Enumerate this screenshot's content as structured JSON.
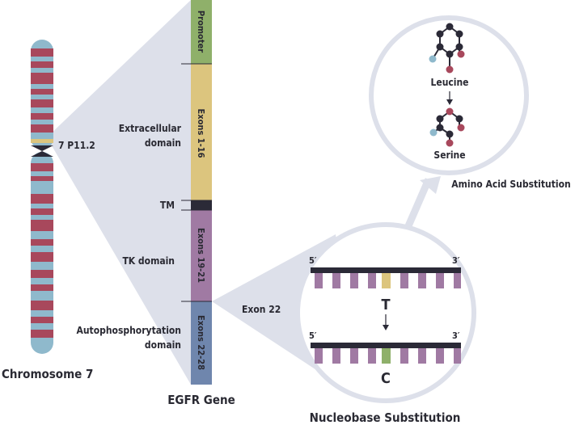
{
  "chromosome": {
    "name": "Chromosome 7",
    "locus": "7 P11.2"
  },
  "gene": {
    "name": "EGFR Gene",
    "segments": [
      {
        "id": "promoter",
        "label": "Promoter",
        "color": "#8fb06a"
      },
      {
        "id": "exons-1-16",
        "label": "Exons 1-16",
        "color": "#dcc57e"
      },
      {
        "id": "tm",
        "label": "",
        "color": "#2b2a37"
      },
      {
        "id": "exons-19-21",
        "label": "Exons 19-21",
        "color": "#a07aa3"
      },
      {
        "id": "exons-22-28",
        "label": "Exons 22-28",
        "color": "#6f86ad"
      }
    ],
    "domains": {
      "extracellular": "Extracellular domain",
      "tm": "TM",
      "tk": "TK domain",
      "autophos": "Autophosphorytation domain"
    }
  },
  "nucleobase": {
    "title": "Nucleobase Substitution",
    "exon_label": "Exon 22",
    "five_prime": "5′",
    "three_prime": "3′",
    "original_base": "T",
    "new_base": "C",
    "original_color": "#dcc57e",
    "new_color": "#8fb06a",
    "base_color": "#a07aa3"
  },
  "amino": {
    "title": "Amino Acid Substitution",
    "from": "Leucine",
    "to": "Serine"
  },
  "colors": {
    "chrom_light": "#8fb9cc",
    "chrom_dark": "#a8485c",
    "callout": "#dde0ea",
    "ink": "#2b2a37"
  }
}
